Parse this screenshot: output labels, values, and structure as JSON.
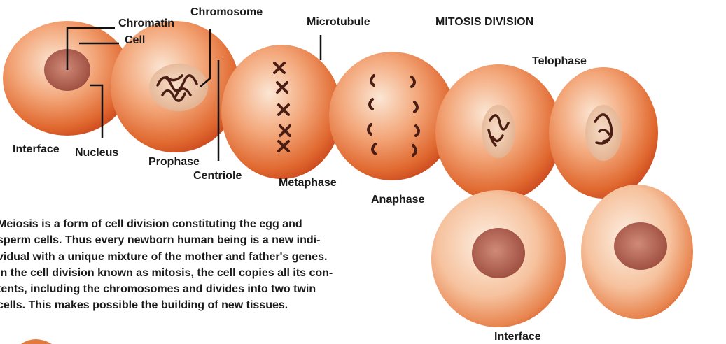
{
  "diagram": {
    "title": "MITOSIS DIVISION",
    "labels": {
      "chromatin": "Chromatin",
      "chromosome": "Chromosome",
      "cell": "Cell",
      "microtubule": "Microtubule",
      "telophase": "Telophase",
      "interface_top": "Interface",
      "nucleus": "Nucleus",
      "prophase": "Prophase",
      "centriole": "Centriole",
      "metaphase": "Metaphase",
      "anaphase": "Anaphase",
      "interface_bottom": "Interface"
    },
    "description_lines": [
      "Meiosis is a form of cell division constituting the egg and",
      "sperm cells. Thus every newborn human being is a new indi-",
      "vidual with a unique mixture of the mother and father's genes.",
      "In the cell division known as mitosis, the cell copies all its con-",
      "tents, including the chromosomes and divides into two twin",
      "cells. This makes possible the building of new tissues."
    ],
    "colors": {
      "cell_light": "#f8d6bc",
      "cell_mid": "#ee8a55",
      "cell_dark": "#c8441c",
      "nucleus": "#b0604f",
      "chromosome": "#4a1e14",
      "leader_line": "#111111"
    }
  }
}
